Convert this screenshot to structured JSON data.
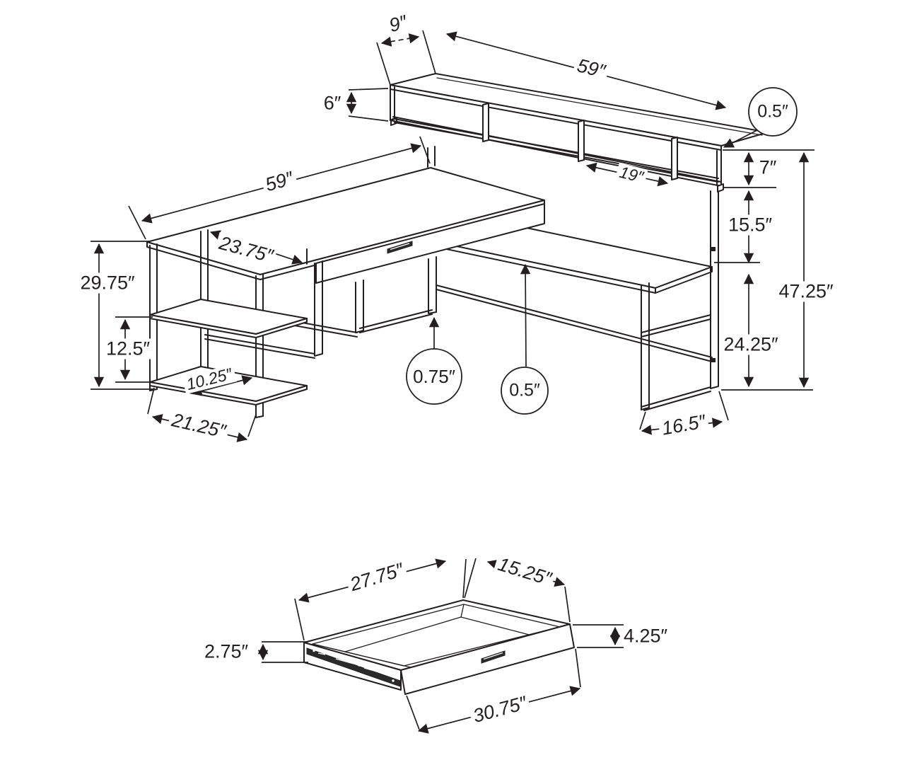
{
  "colors": {
    "ink": "#231f20",
    "paper": "#ffffff"
  },
  "desk_view": {
    "dims": {
      "hutch_depth": "9″",
      "hutch_length": "59″",
      "hutch_upper_height": "6″",
      "hutch_top_thickness": "0.5″",
      "cubby_width": "19″",
      "hutch_lower_height": "7″",
      "hutch_clearance": "15.5″",
      "total_height": "47.25″",
      "desk_length": "59″",
      "desk_depth": "23.75″",
      "desk_height": "29.75″",
      "shelf_spacing": "12.5″",
      "shelf_depth": "10.25″",
      "shelf_width": "21.25″",
      "frame_thickness": "0.75″",
      "top_thickness": "0.5″",
      "return_height": "24.25″",
      "leg_depth": "16.5″"
    }
  },
  "drawer_view": {
    "dims": {
      "inner_length": "27.75″",
      "inner_depth": "15.25″",
      "side_height": "2.75″",
      "front_height": "4.25″",
      "front_length": "30.75″"
    }
  }
}
